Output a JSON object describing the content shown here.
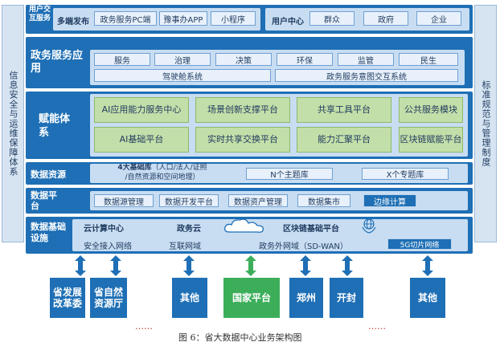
{
  "left_sidebar": "信息安全与运维保障体系",
  "right_sidebar": "标准规范与管理制度",
  "user_layer": {
    "label": "用户交互服务",
    "multi_publish": "多端发布",
    "channels": [
      "政务服务PC端",
      "豫事办APP",
      "小程序"
    ],
    "user_center": "用户中心",
    "user_types": [
      "群众",
      "政府",
      "企业"
    ]
  },
  "app_layer": {
    "label": "政务服务应用",
    "apps": [
      "服务",
      "治理",
      "决策",
      "环保",
      "监管",
      "民生"
    ],
    "systems": [
      "驾驶舱系统",
      "政务服务意图交互系统"
    ]
  },
  "empower_layer": {
    "label": "赋能体系",
    "items": [
      "AI应用能力服务中心",
      "场景创新支撑平台",
      "共享工具平台",
      "公共服务模块",
      "AI基础平台",
      "实时共享交换平台",
      "能力汇聚平台",
      "区块链赋能平台"
    ]
  },
  "data_resource": {
    "label": "数据资源",
    "basic_db_title": "4大基础库",
    "basic_db_line1": "（人口/法人/证照",
    "basic_db_line2": "/自然资源和空间地理）",
    "theme_db": "N个主题库",
    "topic_db": "X个专题库"
  },
  "data_platform": {
    "label": "数据平台",
    "items": [
      "数据源管理",
      "数据开发平台",
      "数据资产管理",
      "数据集市"
    ],
    "edge": "边缘计算"
  },
  "infra": {
    "label": "数据基础设施",
    "cloud_center": "云计算中心",
    "gov_cloud": "政务云",
    "blockchain": "区块链基础平台",
    "networks": [
      "安全接入网络",
      "互联网域",
      "政务外网域（SD-WAN）",
      "5G切片网络"
    ]
  },
  "endpoints": [
    "省发展改革委",
    "省自然资源厅",
    "其他",
    "国家平台",
    "郑州",
    "开封",
    "其他"
  ],
  "ellipsis": "……",
  "caption": "图 6：省大数据中心业务架构图",
  "colors": {
    "primary": "#1e6fb5",
    "green": "#3cae5a",
    "green_light": "#c3dfa9"
  }
}
